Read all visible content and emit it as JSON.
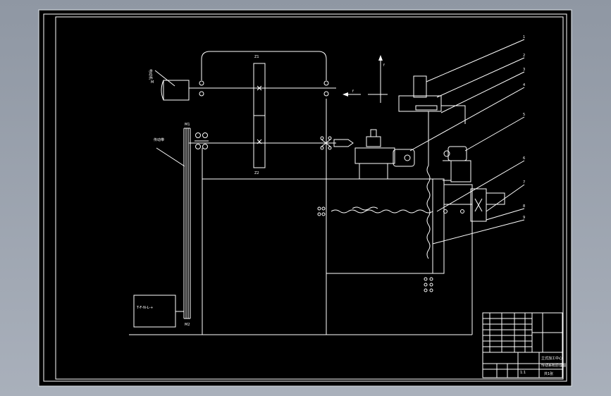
{
  "diagram": {
    "background_color": "#000000",
    "line_color": "#ffffff",
    "frame_color": "#bfc4cc",
    "leader_numbers": [
      "1",
      "2",
      "3",
      "4",
      "5",
      "6",
      "7",
      "8",
      "9"
    ],
    "labels": {
      "motor": "电动机",
      "motor_sub": "M",
      "belt": "传动带",
      "gear_top": "Z1",
      "gear_bottom": "Z2",
      "counter": "T-F-N-L-+",
      "arrow_v": "f",
      "arrow_h": "f",
      "shaft_top": "M1",
      "shaft_bottom": "M2"
    },
    "title_block": {
      "name": "立式加工中心",
      "sub": "传动系统原理图",
      "scale": "1:1",
      "sheet": "共1张"
    }
  }
}
